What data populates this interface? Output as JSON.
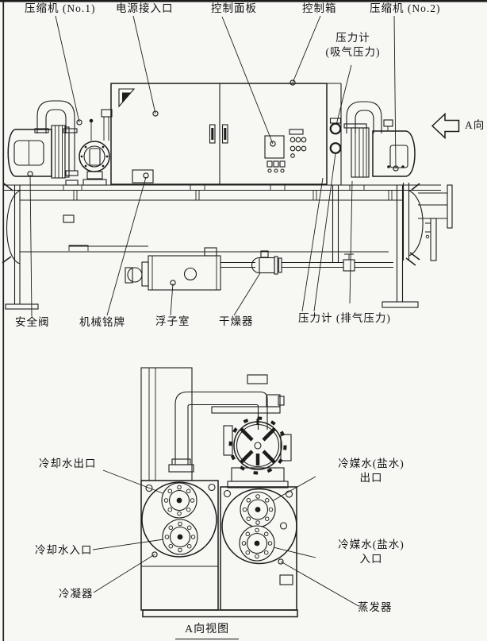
{
  "colors": {
    "paper": "#f7f7f4",
    "ink": "#1c1c1a"
  },
  "side_view": {
    "labels": {
      "compressor1": "压缩机 (No.1)",
      "power_inlet": "电源接入口",
      "control_panel": "控制面板",
      "control_box": "控制箱",
      "compressor2": "压缩机 (No.2)",
      "gauge_suction_l1": "压力计",
      "gauge_suction_l2": "(吸气压力)",
      "view_arrow": "A向",
      "safety_valve": "安全阀",
      "nameplate": "机械铭牌",
      "float_chamber": "浮子室",
      "dryer": "干燥器",
      "gauge_discharge": "压力计 (排气压力)"
    }
  },
  "front_view": {
    "labels": {
      "cooling_water_outlet": "冷却水出口",
      "cooling_water_inlet": "冷却水入口",
      "condenser": "冷凝器",
      "brine_out_l1": "冷媒水(盐水)",
      "brine_out_l2": "出口",
      "brine_in_l1": "冷媒水(盐水)",
      "brine_in_l2": "入口",
      "evaporator": "蒸发器",
      "caption": "A向视图"
    }
  }
}
